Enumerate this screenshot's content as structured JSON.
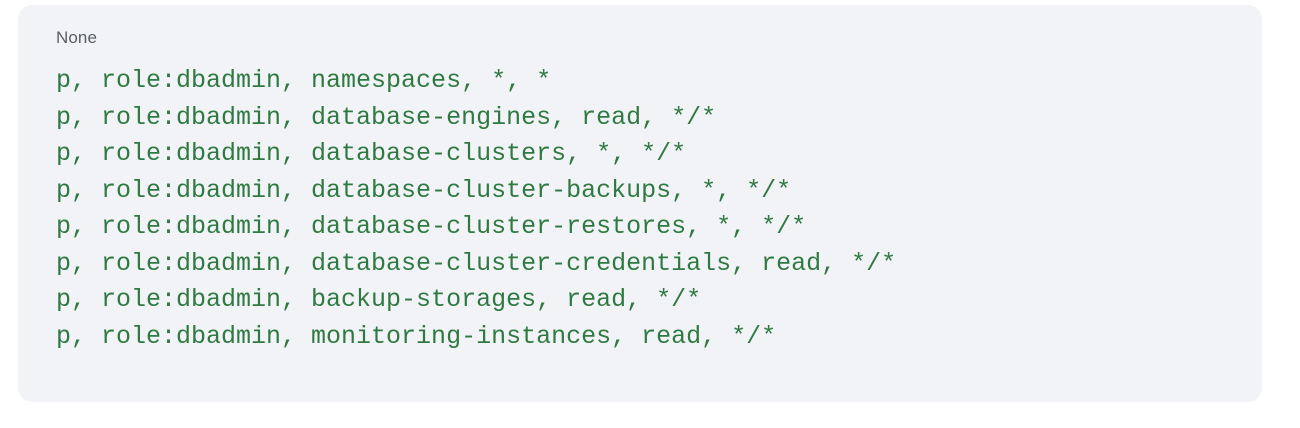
{
  "code_block": {
    "language_label": "None",
    "background_color": "#f2f3f7",
    "text_color": "#2f7a42",
    "label_color": "#5a5e64",
    "lines": [
      "p, role:dbadmin, namespaces, *, *",
      "p, role:dbadmin, database-engines, read, */*",
      "p, role:dbadmin, database-clusters, *, */*",
      "p, role:dbadmin, database-cluster-backups, *, */*",
      "p, role:dbadmin, database-cluster-restores, *, */*",
      "p, role:dbadmin, database-cluster-credentials, read, */*",
      "p, role:dbadmin, backup-storages, read, */*",
      "p, role:dbadmin, monitoring-instances, read, */*"
    ]
  }
}
